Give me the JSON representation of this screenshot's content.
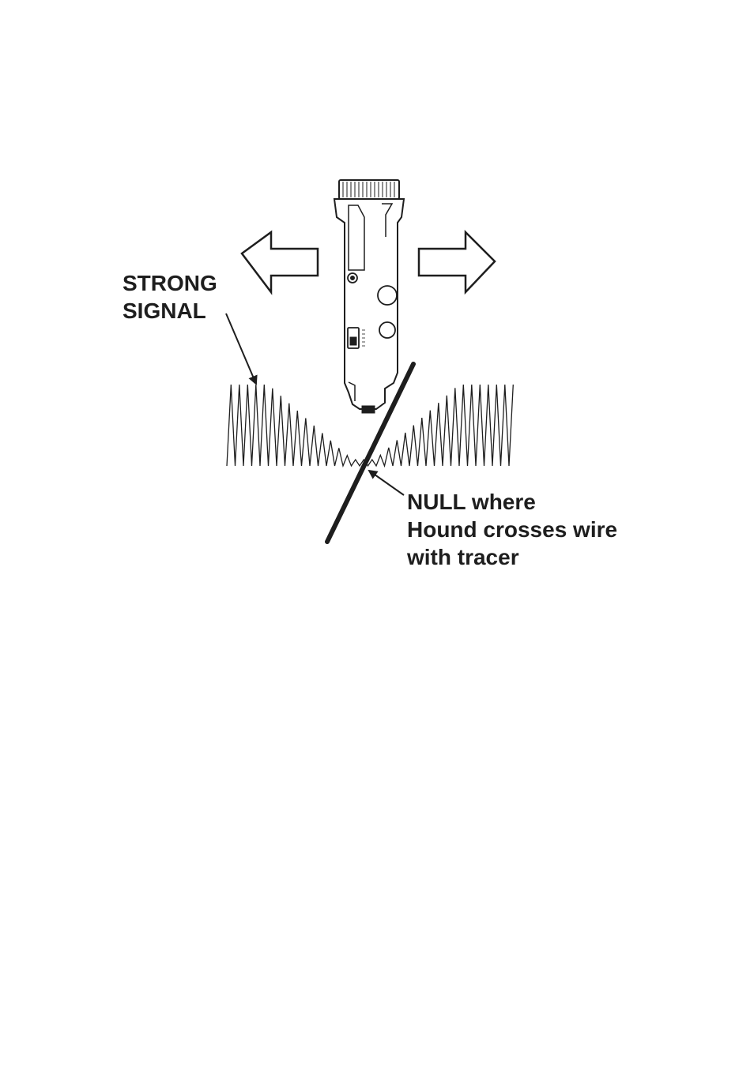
{
  "strong_signal": {
    "line1": "STRONG",
    "line2": "SIGNAL"
  },
  "null_annotation": {
    "line1": "NULL where",
    "line2": "Hound crosses wire",
    "line3": "with tracer"
  },
  "colors": {
    "ink": "#1e1e1e",
    "background": "#ffffff"
  },
  "icons": [
    "probe-icon",
    "arrow-left-icon",
    "arrow-right-icon",
    "wire-icon",
    "signal-waveform",
    "pointer-arrow-icon"
  ]
}
